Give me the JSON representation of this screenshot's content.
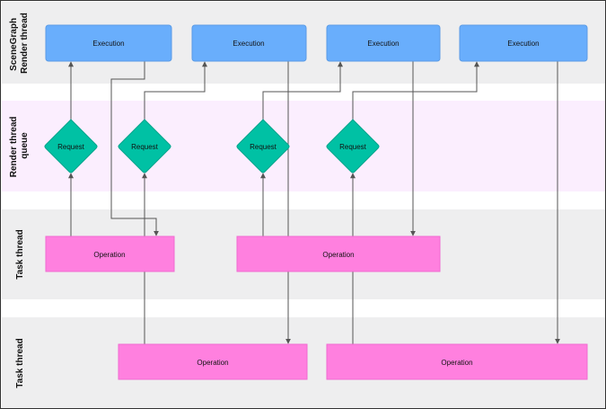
{
  "colors": {
    "lane_gray": "#eeeeef",
    "lane_pink": "#fbeefe",
    "execution_fill": "#69aefc",
    "execution_stroke": "#5a9be6",
    "request_fill": "#00c1a4",
    "request_stroke": "#00a58c",
    "operation_fill": "#ff80df",
    "operation_stroke": "#f06ad0",
    "connector": "#555555"
  },
  "lanes": [
    {
      "label_lines": [
        "SceneGraph",
        "Render thread"
      ]
    },
    {
      "label_lines": [
        "Render thread",
        "queue"
      ]
    },
    {
      "label_lines": [
        "Task thread"
      ]
    },
    {
      "label_lines": [
        "Task thread"
      ]
    }
  ],
  "executions": [
    {
      "label": "Execution"
    },
    {
      "label": "Execution"
    },
    {
      "label": "Execution"
    },
    {
      "label": "Execution"
    }
  ],
  "requests": [
    {
      "label": "Request"
    },
    {
      "label": "Request"
    },
    {
      "label": "Request"
    },
    {
      "label": "Request"
    }
  ],
  "operations": [
    {
      "label": "Operation"
    },
    {
      "label": "Operation"
    },
    {
      "label": "Operation"
    },
    {
      "label": "Operation"
    }
  ]
}
